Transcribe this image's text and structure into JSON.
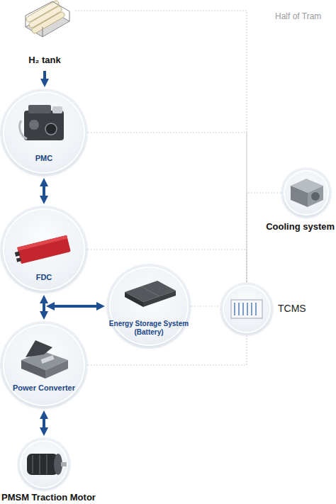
{
  "diagram": {
    "nodes": [
      {
        "text": [
          "H₂ tank"
        ]
      },
      {
        "text": [
          "PMC"
        ]
      },
      {
        "text": [
          "Cooling system"
        ]
      },
      {
        "text": [
          "FDC"
        ]
      },
      {
        "text": [
          "Energy Storage System (Battery)"
        ]
      },
      {
        "text": [
          "TCMS"
        ]
      },
      {
        "text": [
          "Power Converter"
        ]
      },
      {
        "text": [
          "PMSM Traction Motor"
        ]
      }
    ],
    "edges": [
      {
        "from": 0,
        "to": 1,
        "arrow": "to"
      },
      {
        "from": 1,
        "to": 3,
        "arrow": "both"
      },
      {
        "from": 3,
        "to": 6,
        "arrow": "both"
      },
      {
        "from": 3,
        "to": 4,
        "arrow": "both"
      },
      {
        "from": 6,
        "to": 7,
        "arrow": "both"
      },
      {
        "from": 0,
        "to": 5,
        "arrow": "none"
      },
      {
        "from": 1,
        "to": 5,
        "arrow": "none"
      },
      {
        "from": 2,
        "to": 5,
        "arrow": "none"
      },
      {
        "from": 3,
        "to": 5,
        "arrow": "none"
      },
      {
        "from": 4,
        "to": 5,
        "arrow": "none"
      },
      {
        "from": 6,
        "to": 5,
        "arrow": "none"
      }
    ],
    "labels": [
      "Half of Tram"
    ]
  }
}
